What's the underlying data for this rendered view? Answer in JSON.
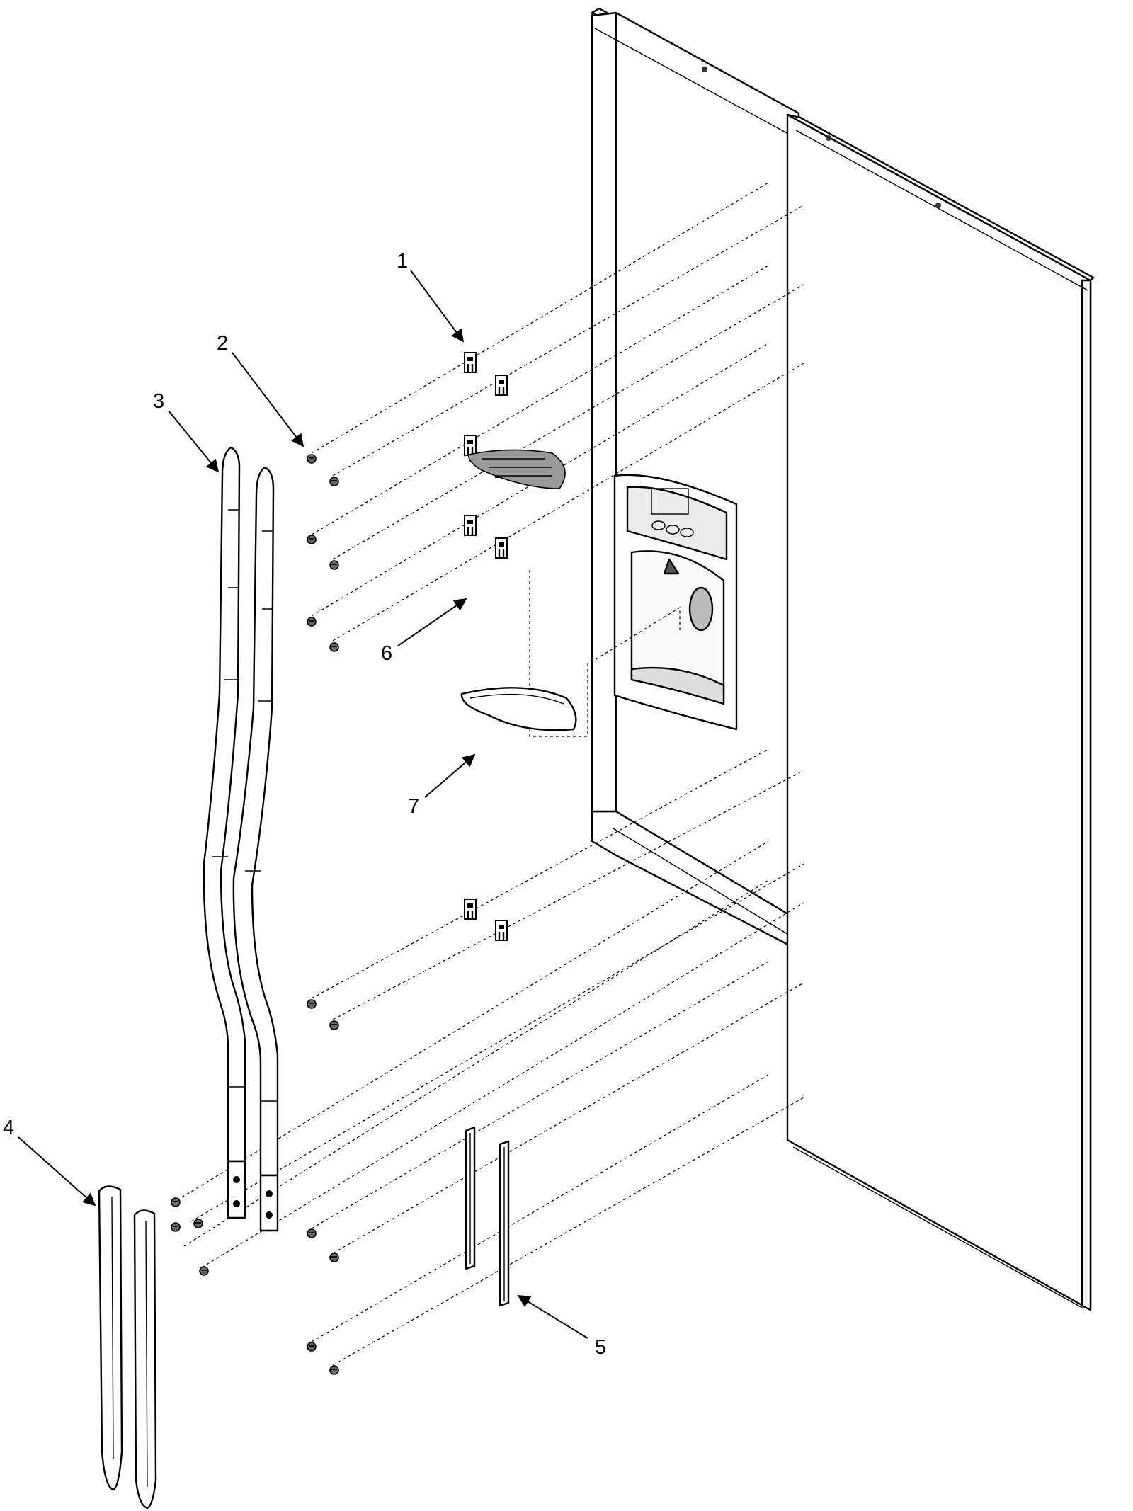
{
  "diagram": {
    "callouts": [
      {
        "id": "1",
        "label": "1"
      },
      {
        "id": "2",
        "label": "2"
      },
      {
        "id": "3",
        "label": "3"
      },
      {
        "id": "4",
        "label": "4"
      },
      {
        "id": "5",
        "label": "5"
      },
      {
        "id": "6",
        "label": "6"
      },
      {
        "id": "7",
        "label": "7"
      }
    ],
    "colors": {
      "line": "#000000",
      "background": "#ffffff",
      "shade": "#9a9a9a"
    }
  }
}
